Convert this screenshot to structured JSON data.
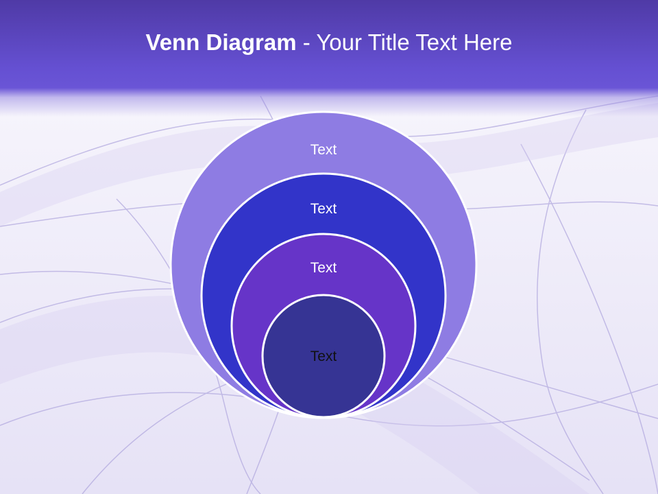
{
  "slide": {
    "title_bold": "Venn Diagram",
    "title_rest": " - Your Title Text Here"
  },
  "diagram": {
    "type": "nested-circles",
    "circles": [
      {
        "label": "Text",
        "fill": "#8e7ce3",
        "text_color": "#ffffff"
      },
      {
        "label": "Text",
        "fill": "#3234c9",
        "text_color": "#ffffff"
      },
      {
        "label": "Text",
        "fill": "#6634c8",
        "text_color": "#ffffff"
      },
      {
        "label": "Text",
        "fill": "#363494",
        "text_color": "#111111"
      }
    ],
    "outline_color": "#ffffff"
  },
  "colors": {
    "header": "#6550d2",
    "background": "#e6e2f6"
  }
}
